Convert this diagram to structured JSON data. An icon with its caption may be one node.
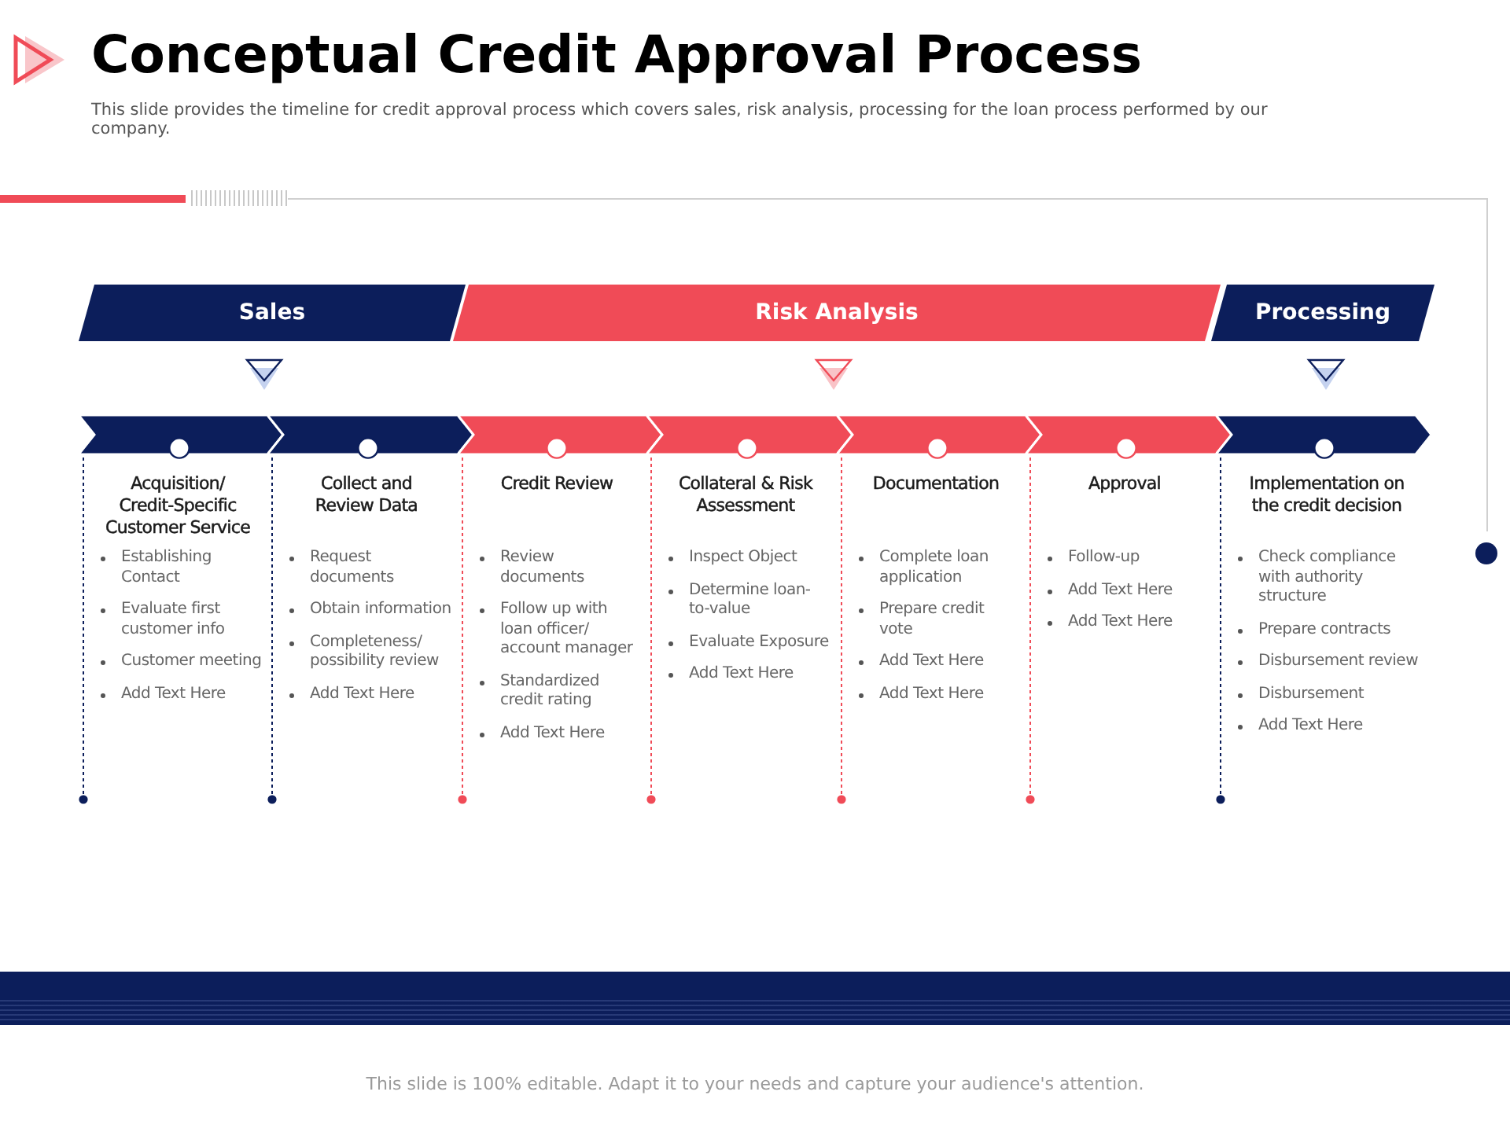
{
  "diagram": {
    "title": "Conceptual Credit Approval Process",
    "nodes": [
      {
        "text": [
          "Sales"
        ]
      },
      {
        "text": [
          "Risk Analysis"
        ]
      },
      {
        "text": [
          "Processing"
        ]
      },
      {
        "text": [],
        "shape": "chevron",
        "beside": [
          "Acquisition/ Credit-Specific Customer Service",
          "Establishing Contact",
          "Evaluate first customer info",
          "Customer meeting",
          "Add Text Here"
        ]
      },
      {
        "text": [],
        "shape": "chevron",
        "beside": [
          "Collect and Review Data",
          "Request documents",
          "Obtain information",
          "Completeness/ possibility review",
          "Add Text Here"
        ]
      },
      {
        "text": [],
        "shape": "chevron",
        "beside": [
          "Credit Review",
          "Review documents",
          "Follow up with loan officer/ account manager",
          "Standardized credit rating",
          "Add Text Here"
        ]
      },
      {
        "text": [],
        "shape": "chevron",
        "beside": [
          "Collateral & Risk Assessment",
          "Inspect Object",
          "Determine loan-to-value",
          "Evaluate Exposure",
          "Add Text Here"
        ]
      },
      {
        "text": [],
        "shape": "chevron",
        "beside": [
          "Documentation",
          "Complete loan application",
          "Prepare credit vote",
          "Add Text Here",
          "Add Text Here"
        ]
      },
      {
        "text": [],
        "shape": "chevron",
        "beside": [
          "Approval",
          "Follow-up",
          "Add Text Here",
          "Add Text Here"
        ]
      },
      {
        "text": [],
        "shape": "chevron",
        "beside": [
          "Implementation on the credit decision",
          "Check compliance with authority structure",
          "Prepare contracts",
          "Disbursement review",
          "Disbursement",
          "Add Text Here"
        ]
      }
    ],
    "edges": [
      {
        "from": 0,
        "to": 3,
        "arrow": "to"
      },
      {
        "from": 1,
        "to": 6,
        "arrow": "to"
      },
      {
        "from": 2,
        "to": 9,
        "arrow": "to"
      }
    ],
    "labels": [
      "This slide provides the timeline for credit approval process which covers sales, risk analysis, processing for the loan process performed by our company.",
      "This slide is 100% editable. Adapt it to your needs and capture your audience's attention."
    ]
  }
}
